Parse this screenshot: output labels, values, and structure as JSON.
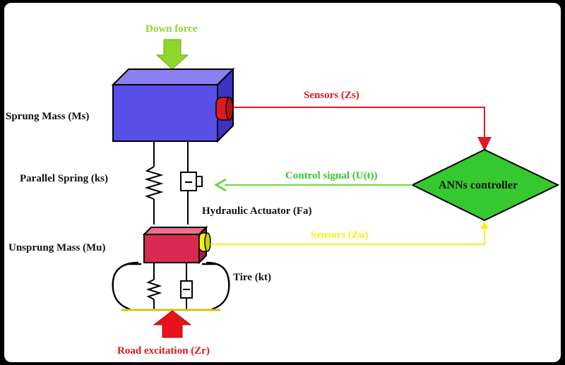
{
  "labels": {
    "down_force": "Down force",
    "sprung_mass": "Sprung Mass (Ms)",
    "parallel_spring": "Parallel Spring (ks)",
    "hydraulic_actuator": "Hydraulic Actuator (Fa)",
    "unsprung_mass": "Unsprung Mass (Mu)",
    "tire": "Tire (kt)",
    "road_excitation": "Road excitation (Zr)",
    "sensors_zs": "Sensors (Zs)",
    "control_signal": "Control signal (U(t))",
    "sensors_zu": "Sensors (Zu)",
    "controller": "ANNs controller"
  },
  "colors": {
    "sprung_mass": "#5a4ee8",
    "unsprung_mass": "#d92a52",
    "sensor_red": "#e0181f",
    "sensor_yellow": "#f2f21a",
    "controller_green": "#36c92f",
    "signal_green": "#6fd93a",
    "down_force_green": "#8fd62a",
    "road_red": "#e8121a"
  }
}
